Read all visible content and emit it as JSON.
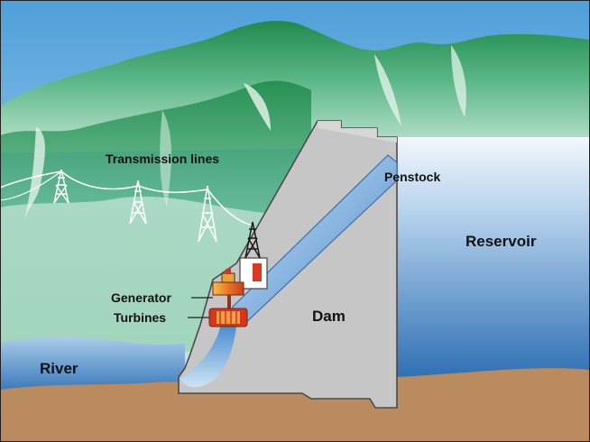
{
  "labels": {
    "transmission_lines": "Transmission lines",
    "penstock": "Penstock",
    "reservoir": "Reservoir",
    "generator": "Generator",
    "turbines": "Turbines",
    "dam": "Dam",
    "river": "River"
  },
  "colors": {
    "sky_top": "#5aa6dd",
    "sky_bottom": "#cde4f2",
    "mountain_dark": "#1f8a4c",
    "mountain_light": "#bde3d0",
    "water_top": "#eef5fb",
    "water_deep": "#2f72b8",
    "river": "#3a7fc6",
    "ground": "#b88a5e",
    "dam": "#c8c8c8",
    "dam_outline": "#555555",
    "penstock": "#5a9ad8",
    "turbine_red": "#d8361c",
    "generator_orange": "#f0892b",
    "tower": "#ffffff"
  },
  "icons": [
    "transmission-tower-icon",
    "generator-icon",
    "turbine-icon"
  ]
}
